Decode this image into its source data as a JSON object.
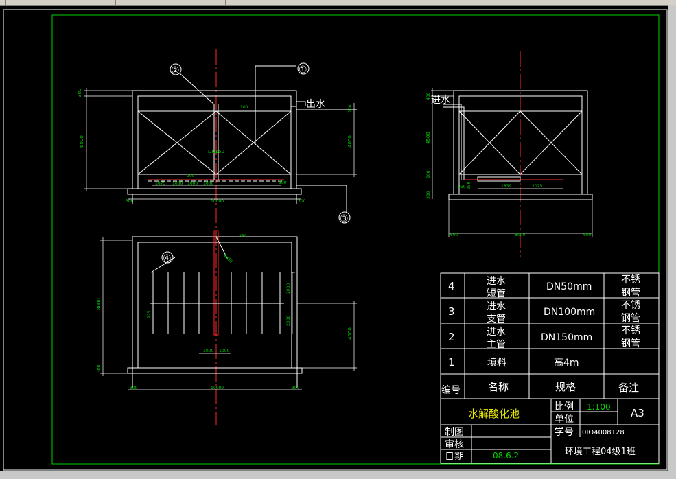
{
  "labels": {
    "outlet": "出水",
    "inlet": "进水",
    "dn50": "DN50",
    "dn150": "DN150",
    "m1": "①",
    "m2": "②",
    "m3": "③",
    "m4": "④"
  },
  "dims_front": {
    "top_wall": "300",
    "height_total": "6000",
    "height_fill": "4000",
    "d200": "200",
    "d100": "100",
    "d150": "150",
    "d900": "900",
    "s1075": "1075",
    "s1000a": "1000",
    "s1000b": "1000",
    "s1000c": "1000",
    "width_total": "10000",
    "base_left": "300",
    "base_right": "300",
    "d300r": "300"
  },
  "dims_side": {
    "d400": "400",
    "d4500": "4500",
    "d200": "200",
    "d300": "300",
    "d950": "950",
    "d250": "250",
    "d1839": "1839",
    "d2025": "2025",
    "left": "600",
    "width": "8000",
    "right": "600"
  },
  "dims_plan": {
    "d250": "250",
    "d450": "Φ450",
    "d2000a": "2000",
    "d2000b": "2000",
    "d8000": "8000",
    "d300": "300",
    "d925": "925",
    "d1000a": "1000",
    "d1000b": "1000",
    "d4000": "4000",
    "left": "300",
    "width": "10000",
    "right": "300"
  },
  "table": {
    "rows": [
      {
        "no": "4",
        "name": [
          "进水",
          "短管"
        ],
        "spec": "DN50mm",
        "note": [
          "不锈",
          "钢管"
        ]
      },
      {
        "no": "3",
        "name": [
          "进水",
          "支管"
        ],
        "spec": "DN100mm",
        "note": [
          "不锈",
          "钢管"
        ]
      },
      {
        "no": "2",
        "name": [
          "进水",
          "主管"
        ],
        "spec": "DN150mm",
        "note": [
          "不锈",
          "钢管"
        ]
      },
      {
        "no": "1",
        "name": [
          "填料"
        ],
        "spec": "高4m",
        "note": [
          ""
        ]
      }
    ],
    "header": {
      "no": "编号",
      "name": "名称",
      "spec": "规格",
      "note": "备注"
    }
  },
  "title_block": {
    "drawing_name": "水解酸化池",
    "scale_label": "比例",
    "scale_value": "1:100",
    "unit_label": "单位",
    "student_id_label": "学号",
    "student_id": "0Ю4008128",
    "sheet_size": "A3",
    "drawn_by": "制图",
    "checked_by": "审核",
    "date_label": "日期",
    "date_value": "08.6.2",
    "class_name": "环境工程04级1班"
  }
}
